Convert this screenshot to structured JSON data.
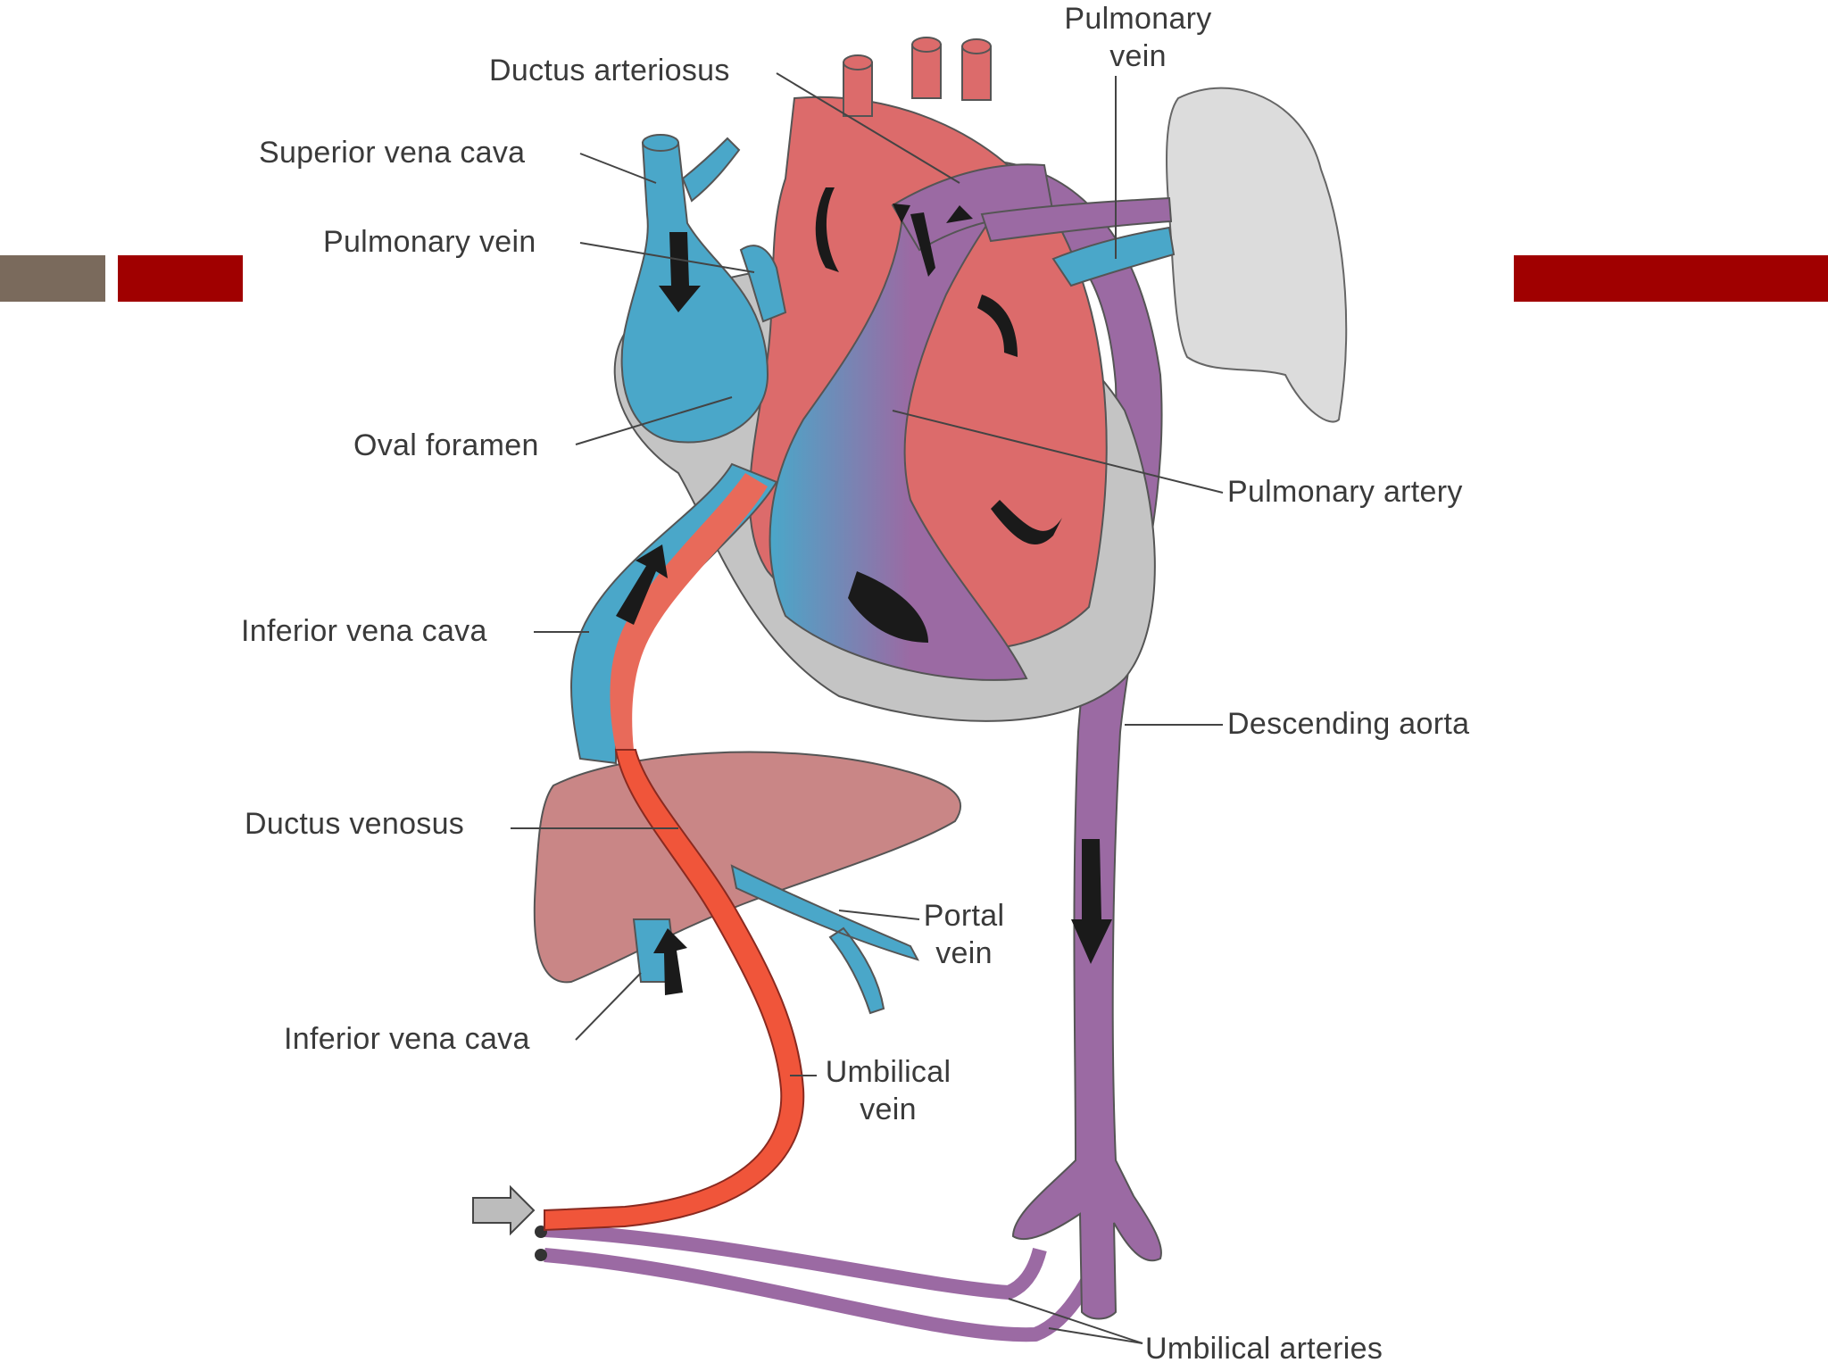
{
  "slide": {
    "decor_colors": {
      "brown_block": "#7a6a5c",
      "red_block": "#a00000"
    }
  },
  "diagram": {
    "colors": {
      "venous_blue": "#4aa7c9",
      "heart_red": "#dc6b6b",
      "oxygenated_red": "#f0553a",
      "mixed_purple": "#9b6aa3",
      "liver": "#c98686",
      "lung": "#dcdcdc",
      "pericardium": "#c4c4c4",
      "label_text": "#3a3a3a"
    },
    "labels": {
      "pulmonary_vein_top_line1": "Pulmonary",
      "pulmonary_vein_top_line2": "vein",
      "ductus_arteriosus": "Ductus arteriosus",
      "superior_vena_cava": "Superior vena cava",
      "pulmonary_vein_left": "Pulmonary vein",
      "oval_foramen": "Oval foramen",
      "pulmonary_artery": "Pulmonary artery",
      "inferior_vena_cava_upper": "Inferior vena cava",
      "descending_aorta": "Descending aorta",
      "ductus_venosus": "Ductus venosus",
      "portal_vein_line1": "Portal",
      "portal_vein_line2": "vein",
      "inferior_vena_cava_lower": "Inferior vena cava",
      "umbilical_vein_line1": "Umbilical",
      "umbilical_vein_line2": "vein",
      "umbilical_arteries": "Umbilical arteries"
    }
  }
}
